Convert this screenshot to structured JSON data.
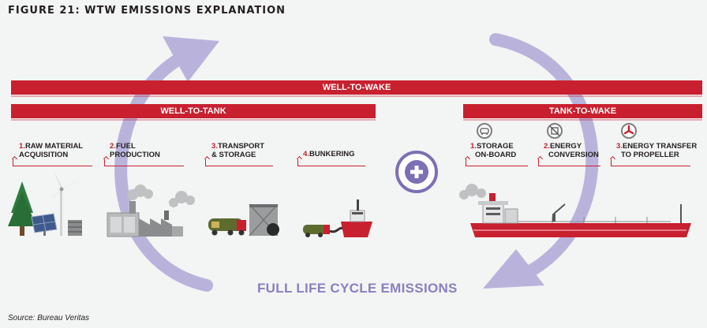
{
  "figure": {
    "title": "FIGURE 21: WTW EMISSIONS EXPLANATION",
    "source": "Source: Bureau Veritas"
  },
  "bars": {
    "well_to_wake": "WELL-TO-WAKE",
    "well_to_tank": "WELL-TO-TANK",
    "tank_to_wake": "TANK-TO-WAKE"
  },
  "steps_wtt": [
    {
      "num": "1.",
      "line1": "RAW MATERIAL",
      "line2": "ACQUISITION"
    },
    {
      "num": "2.",
      "line1": "FUEL",
      "line2": "PRODUCTION"
    },
    {
      "num": "3.",
      "line1": "TRANSPORT",
      "line2": "& STORAGE"
    },
    {
      "num": "4.",
      "line1": "BUNKERING",
      "line2": ""
    }
  ],
  "steps_ttw": [
    {
      "num": "1.",
      "line1": "STORAGE",
      "line2": "ON-BOARD",
      "icon": "storage-icon"
    },
    {
      "num": "2.",
      "line1": "ENERGY",
      "line2": "CONVERSION",
      "icon": "engine-icon"
    },
    {
      "num": "3.",
      "line1": "ENERGY TRANSFER",
      "line2": "TO PROPELLER",
      "icon": "propeller-icon"
    }
  ],
  "lifecycle_label": "FULL LIFE CYCLE EMISSIONS",
  "colors": {
    "accent_red": "#c8202f",
    "cycle_purple": "#b9b3dc",
    "label_purple": "#8b7fc0"
  }
}
